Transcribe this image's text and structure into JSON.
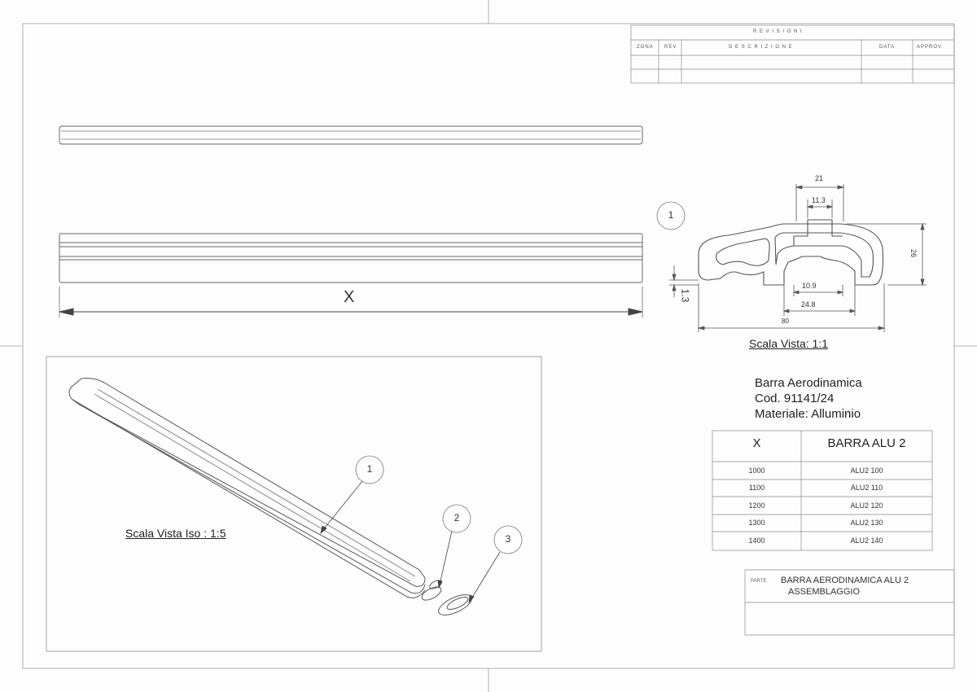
{
  "revision_block": {
    "title": "R E V I S I O N I",
    "columns": [
      "ZONA",
      "REV",
      "D E S C R I Z I O N E",
      "DATA",
      "APPROV"
    ]
  },
  "views": {
    "length_dimension": "X",
    "section": {
      "balloon": "1",
      "dims": {
        "top_width": "21",
        "slot_width": "11.3",
        "height": "26",
        "wall": "1.3",
        "inner_slot": "10.9",
        "channel_width": "24.8",
        "total_width": "80"
      },
      "scale_label": "Scala Vista: 1:1"
    },
    "iso": {
      "scale_label": "Scala Vista Iso : 1:5",
      "balloons": [
        "1",
        "2",
        "3"
      ]
    }
  },
  "part_info": {
    "name": "Barra Aerodinamica",
    "code": "Cod. 91141/24",
    "material": "Materiale: Alluminio"
  },
  "size_table": {
    "headers": [
      "X",
      "BARRA ALU 2"
    ],
    "rows": [
      [
        "1000",
        "ALU2 100"
      ],
      [
        "1100",
        "ALU2 110"
      ],
      [
        "1200",
        "ALU2 120"
      ],
      [
        "1300",
        "ALU2 130"
      ],
      [
        "1400",
        "ALU2 140"
      ]
    ]
  },
  "title_block": {
    "label": "PARTE",
    "title_line1": "BARRA AERODINAMICA ALU 2",
    "title_line2": "ASSEMBLAGGIO"
  }
}
